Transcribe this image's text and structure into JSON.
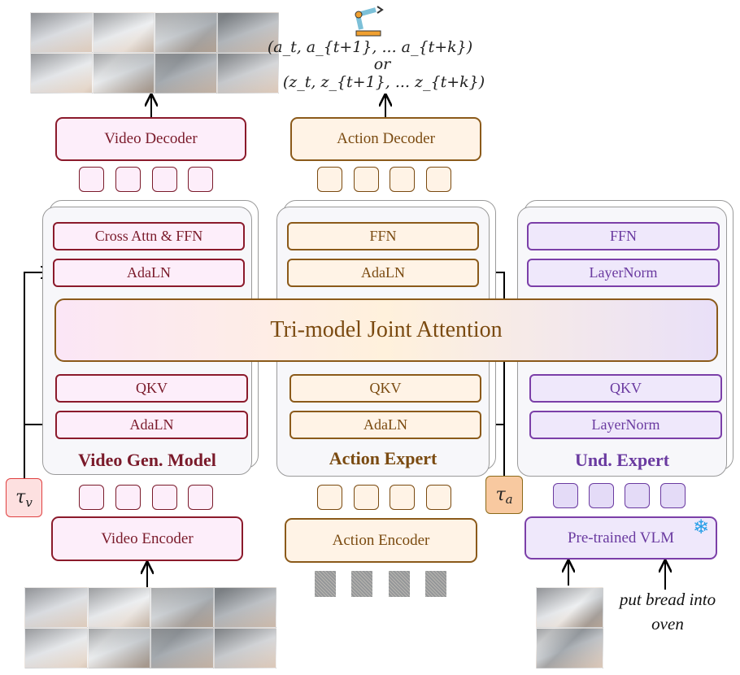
{
  "video": {
    "decoder": "Video Decoder",
    "encoder": "Video Encoder",
    "cross_attn_ffn": "Cross Attn & FFN",
    "adaln_top": "AdaLN",
    "qkv": "QKV",
    "adaln_bottom": "AdaLN",
    "label": "Video Gen. Model",
    "tau": "τ",
    "tau_sub": "v",
    "color": "#8b1a2b"
  },
  "action": {
    "decoder": "Action Decoder",
    "encoder": "Action Encoder",
    "ffn": "FFN",
    "adaln_top": "AdaLN",
    "qkv": "QKV",
    "adaln_bottom": "AdaLN",
    "label": "Action Expert",
    "tau": "τ",
    "tau_sub": "a",
    "color": "#8b5a1a",
    "output_line1": "(a_t, a_{t+1}, ... a_{t+k})",
    "output_or": "or",
    "output_line2": "(z_t, z_{t+1}, ... z_{t+k})"
  },
  "und": {
    "ffn": "FFN",
    "layernorm_top": "LayerNorm",
    "qkv": "QKV",
    "layernorm_bottom": "LayerNorm",
    "label": "Und. Expert",
    "vlm": "Pre-trained VLM",
    "instruction": "put bread into oven",
    "color": "#7b3fa8"
  },
  "joint_attention": "Tri-model Joint Attention",
  "icons": [
    "robot-arm-icon",
    "snowflake-icon"
  ]
}
